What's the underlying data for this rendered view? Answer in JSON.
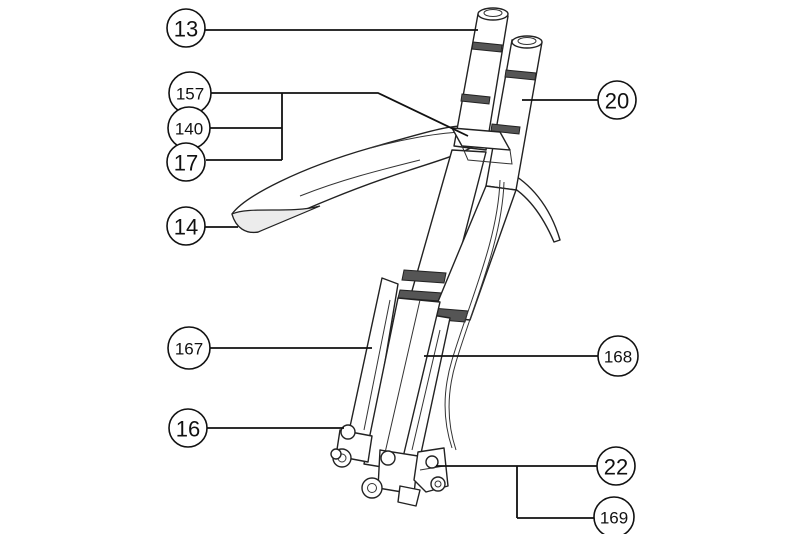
{
  "callouts": [
    {
      "id": "13",
      "label": "13"
    },
    {
      "id": "157",
      "label": "157"
    },
    {
      "id": "140",
      "label": "140"
    },
    {
      "id": "17",
      "label": "17"
    },
    {
      "id": "14",
      "label": "14"
    },
    {
      "id": "20",
      "label": "20"
    },
    {
      "id": "167",
      "label": "167"
    },
    {
      "id": "168",
      "label": "168"
    },
    {
      "id": "16",
      "label": "16"
    },
    {
      "id": "22",
      "label": "22"
    },
    {
      "id": "169",
      "label": "169"
    }
  ]
}
